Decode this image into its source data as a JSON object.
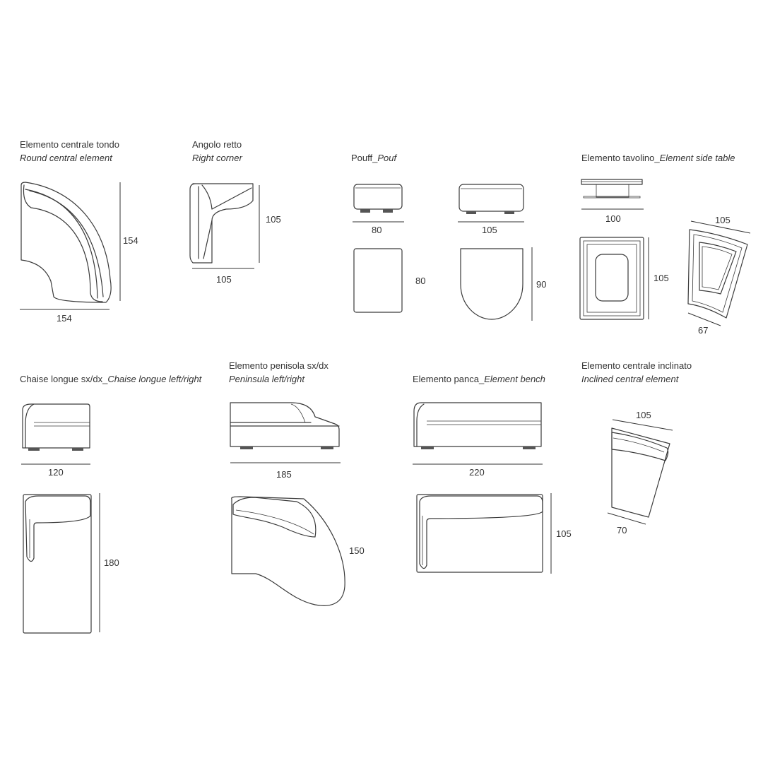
{
  "items": {
    "round_central": {
      "name_it": "Elemento centrale tondo",
      "name_en": "Round central element",
      "width": "154",
      "depth": "154"
    },
    "right_corner": {
      "name_it": "Angolo retto",
      "name_en": "Right corner",
      "width": "105",
      "depth": "105"
    },
    "pouf": {
      "name_it": "Pouff_",
      "name_en": "Pouf",
      "small_width": "80",
      "small_depth": "80",
      "large_width": "105",
      "large_depth": "90"
    },
    "side_table": {
      "name_it": "Elemento tavolino_",
      "name_en": "Element side table",
      "width": "100",
      "depth": "105",
      "angled_width": "105",
      "angled_depth": "67"
    },
    "chaise_longue": {
      "name_it": "Chaise longue sx/dx_",
      "name_en": "Chaise longue left/right",
      "width": "120",
      "depth": "180"
    },
    "peninsula": {
      "name_it": "Elemento penisola sx/dx",
      "name_en": "Peninsula left/right",
      "width": "185",
      "depth": "150"
    },
    "bench": {
      "name_it": "Elemento panca_",
      "name_en": "Element bench",
      "width": "220",
      "depth": "105"
    },
    "inclined_central": {
      "name_it": "Elemento centrale inclinato",
      "name_en": "Inclined central element",
      "width": "105",
      "depth": "70"
    }
  },
  "colors": {
    "line": "#3a3a3a",
    "text": "#333333",
    "background": "#ffffff"
  }
}
